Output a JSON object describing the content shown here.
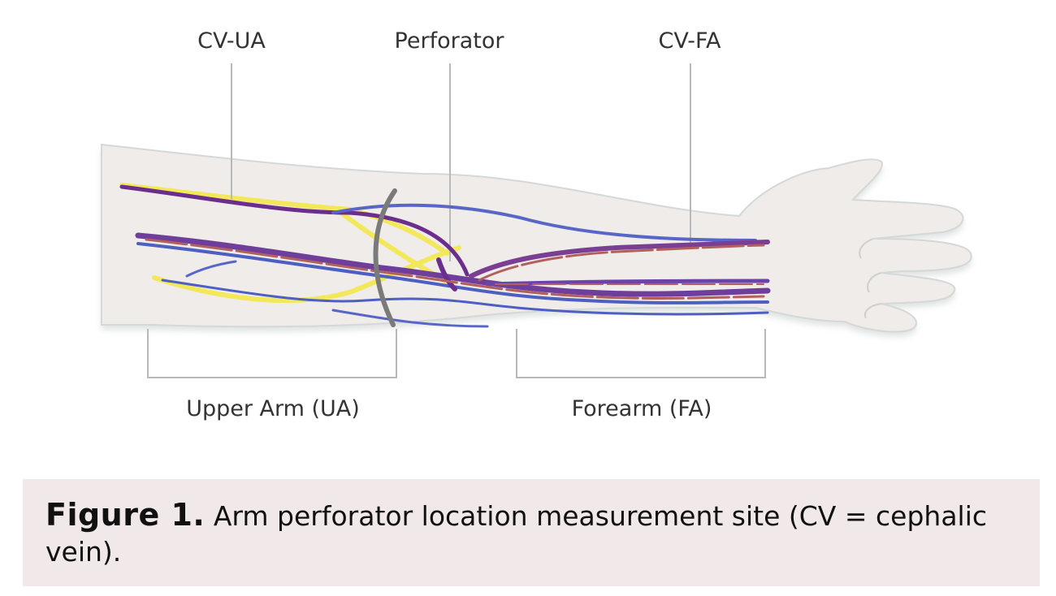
{
  "labels": {
    "cv_ua": "CV-UA",
    "perforator": "Perforator",
    "cv_fa": "CV-FA",
    "upper_arm": "Upper Arm (UA)",
    "forearm": "Forearm (FA)"
  },
  "caption": {
    "label": "Figure 1.",
    "text": " Arm perforator location measurement site (CV = cephalic vein)."
  },
  "colors": {
    "skin": "#efecea",
    "skin_outline": "#c9cfcc",
    "nerve": "#f2e85a",
    "vein": "#5866c8",
    "artery": "#9b3b6e",
    "leader_line": "#b5b5b5",
    "perforator_marker": "#777777",
    "caption_bg": "#f1e8ea"
  }
}
